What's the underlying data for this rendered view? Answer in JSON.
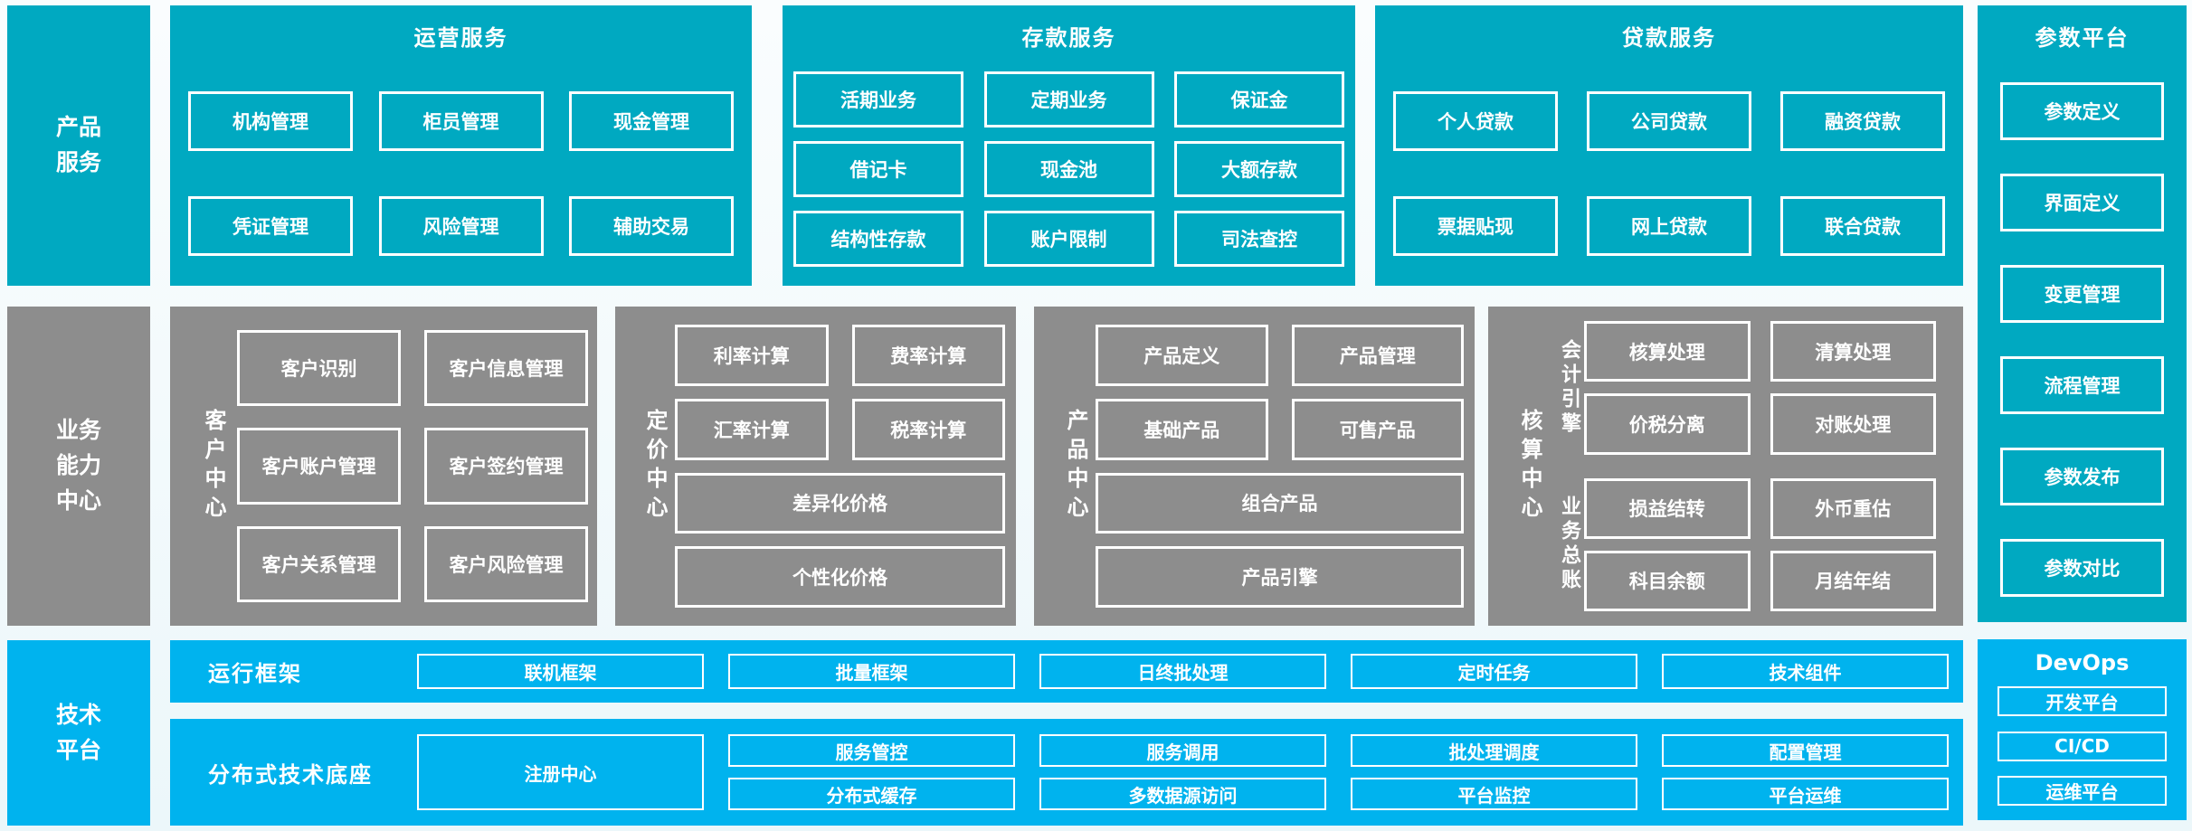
{
  "colors": {
    "teal": "#00a9c1",
    "gray": "#8d8d8d",
    "blue": "#00b3ee",
    "background": "#ecf7fa",
    "box_border": "#ffffff",
    "text": "#ffffff"
  },
  "top": {
    "side_label": "产品服务",
    "groups": [
      {
        "title": "运营服务",
        "rows": [
          [
            "机构管理",
            "柜员管理",
            "现金管理"
          ],
          [
            "凭证管理",
            "风险管理",
            "辅助交易"
          ]
        ]
      },
      {
        "title": "存款服务",
        "rows": [
          [
            "活期业务",
            "定期业务",
            "保证金"
          ],
          [
            "借记卡",
            "现金池",
            "大额存款"
          ],
          [
            "结构性存款",
            "账户限制",
            "司法查控"
          ]
        ]
      },
      {
        "title": "贷款服务",
        "rows": [
          [
            "个人贷款",
            "公司贷款",
            "融资贷款"
          ],
          [
            "票据贴现",
            "网上贷款",
            "联合贷款"
          ]
        ]
      }
    ]
  },
  "param_platform": {
    "title": "参数平台",
    "items": [
      "参数定义",
      "界面定义",
      "变更管理",
      "流程管理",
      "参数发布",
      "参数对比"
    ]
  },
  "middle": {
    "side_label": "业务能力中心",
    "customer_center": {
      "label": "客户中心",
      "rows": [
        [
          "客户识别",
          "客户信息管理"
        ],
        [
          "客户账户管理",
          "客户签约管理"
        ],
        [
          "客户关系管理",
          "客户风险管理"
        ]
      ]
    },
    "pricing_center": {
      "label": "定价中心",
      "rows": [
        [
          "利率计算",
          "费率计算"
        ],
        [
          "汇率计算",
          "税率计算"
        ]
      ],
      "wide_rows": [
        "差异化价格",
        "个性化价格"
      ]
    },
    "product_center": {
      "label": "产品中心",
      "rows": [
        [
          "产品定义",
          "产品管理"
        ],
        [
          "基础产品",
          "可售产品"
        ]
      ],
      "wide_rows": [
        "组合产品",
        "产品引擎"
      ]
    },
    "accounting_center": {
      "label": "核算中心",
      "groups": [
        {
          "label": "会计引擎",
          "rows": [
            [
              "核算处理",
              "清算处理"
            ],
            [
              "价税分离",
              "对账处理"
            ]
          ]
        },
        {
          "label": "业务总账",
          "rows": [
            [
              "损益结转",
              "外币重估"
            ],
            [
              "科目余额",
              "月结年结"
            ]
          ]
        }
      ]
    }
  },
  "bottom": {
    "side_label": "技术平台",
    "runtime": {
      "label": "运行框架",
      "items": [
        "联机框架",
        "批量框架",
        "日终批处理",
        "定时任务",
        "技术组件"
      ]
    },
    "distributed": {
      "label": "分布式技术底座",
      "registry": "注册中心",
      "columns": [
        [
          "服务管控",
          "分布式缓存"
        ],
        [
          "服务调用",
          "多数据源访问"
        ],
        [
          "批处理调度",
          "平台监控"
        ],
        [
          "配置管理",
          "平台运维"
        ]
      ]
    },
    "devops": {
      "title": "DevOps",
      "items": [
        "开发平台",
        "CI/CD",
        "运维平台"
      ]
    }
  }
}
